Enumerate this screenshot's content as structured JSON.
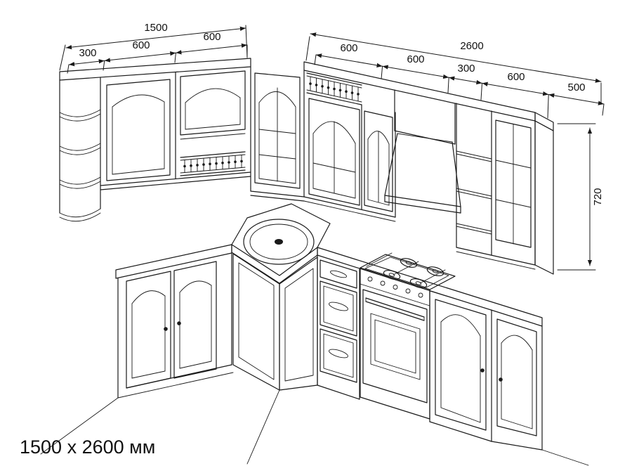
{
  "colors": {
    "ink": "#1a1a1a",
    "background": "#ffffff"
  },
  "caption": "1500 x 2600 мм",
  "dimensions": {
    "left_run": {
      "total": "1500",
      "segments": [
        "300",
        "600",
        "600"
      ]
    },
    "right_run": {
      "total": "2600",
      "segments": [
        "600",
        "600",
        "300",
        "600",
        "500"
      ]
    },
    "height": {
      "value": "720"
    }
  }
}
